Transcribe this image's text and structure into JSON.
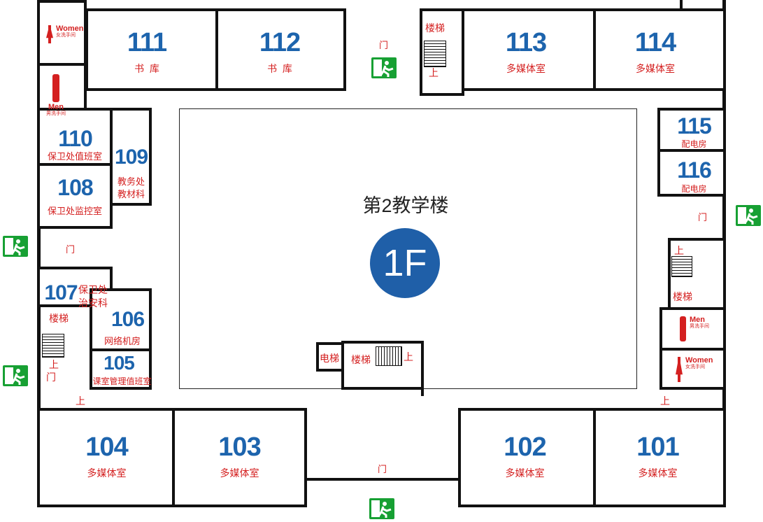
{
  "building": {
    "title": "第2教学楼",
    "floor": "1F"
  },
  "colors": {
    "room_number": "#1d64ad",
    "label": "#d42020",
    "floor_badge": "#1f5fa8",
    "exit": "#17a033"
  },
  "rooms": [
    {
      "number": "111",
      "name": "书  库"
    },
    {
      "number": "112",
      "name": "书  库"
    },
    {
      "number": "113",
      "name": "多媒体室"
    },
    {
      "number": "114",
      "name": "多媒体室"
    },
    {
      "number": "110",
      "name": "保卫处值班室"
    },
    {
      "number": "109",
      "name": "教务处教材科",
      "name_lines": [
        "教务处",
        "教材科"
      ]
    },
    {
      "number": "108",
      "name": "保卫处监控室"
    },
    {
      "number": "107",
      "name_lines": [
        "保卫处",
        "治安科"
      ]
    },
    {
      "number": "106",
      "name": "网络机房"
    },
    {
      "number": "105",
      "name": "课室管理值班室"
    },
    {
      "number": "104",
      "name": "多媒体室"
    },
    {
      "number": "103",
      "name": "多媒体室"
    },
    {
      "number": "102",
      "name": "多媒体室"
    },
    {
      "number": "101",
      "name": "多媒体室"
    },
    {
      "number": "115",
      "name": "配电房"
    },
    {
      "number": "116",
      "name": "配电房"
    }
  ],
  "restrooms": {
    "women": {
      "en": "Women",
      "zh": "女洗手间"
    },
    "men": {
      "en": "Men",
      "zh": "男洗手间"
    }
  },
  "labels": {
    "door": "门",
    "stairs": "楼梯",
    "up": "上",
    "elevator": "电梯"
  }
}
